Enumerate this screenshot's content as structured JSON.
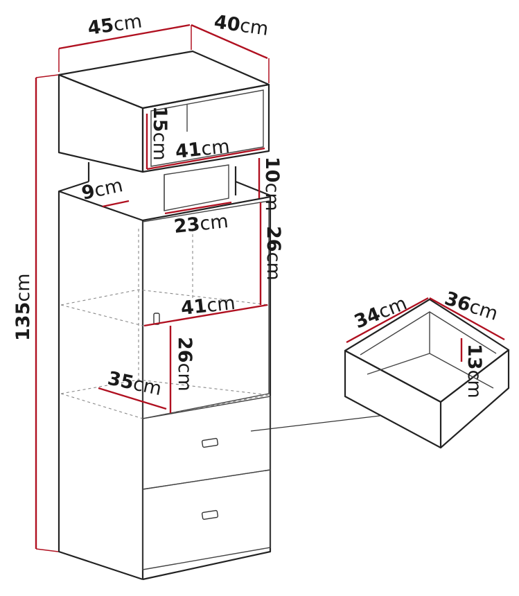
{
  "dimensions": {
    "cabinet_width": "45",
    "cabinet_depth": "40",
    "total_height": "135",
    "top_shelf_height": "15",
    "top_shelf_width": "41",
    "recess_height": "10",
    "recess_depth": "9",
    "recess_width": "23",
    "door_compartment_height": "26",
    "inner_shelf_width": "41",
    "lower_compartment_height": "26",
    "inner_depth": "35",
    "drawer_width": "34",
    "drawer_depth": "36",
    "drawer_height": "13"
  },
  "unit": "cm",
  "colors": {
    "dimension_line": "#b01020",
    "outline": "#222222"
  }
}
